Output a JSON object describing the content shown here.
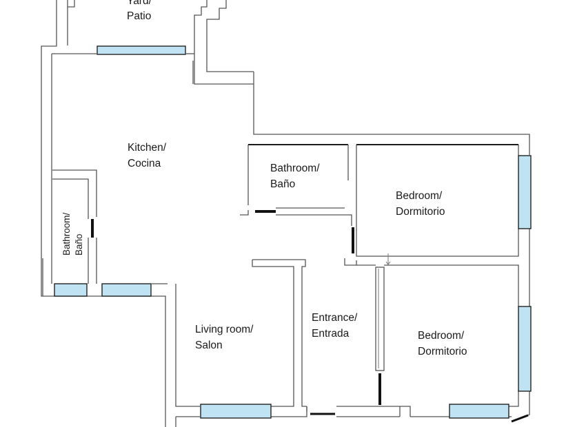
{
  "rooms": {
    "yard": {
      "line1": "Yard/",
      "line2": "Patio"
    },
    "kitchen": {
      "line1": "Kitchen/",
      "line2": "Cocina"
    },
    "bathroom_main": {
      "line1": "Bathroom/",
      "line2": "Baño"
    },
    "bathroom_side": {
      "line1": "Bathroom/",
      "line2": "Baño"
    },
    "bedroom_upper": {
      "line1": "Bedroom/",
      "line2": "Dormitorio"
    },
    "bedroom_lower": {
      "line1": "Bedroom/",
      "line2": "Dormitorio"
    },
    "living": {
      "line1": "Living room/",
      "line2": "Salon"
    },
    "entrance": {
      "line1": "Entrance/",
      "line2": "Entrada"
    }
  },
  "colors": {
    "window_fill": "#bfe3f3",
    "wall_stroke": "#555555",
    "door_stroke": "#111111"
  }
}
